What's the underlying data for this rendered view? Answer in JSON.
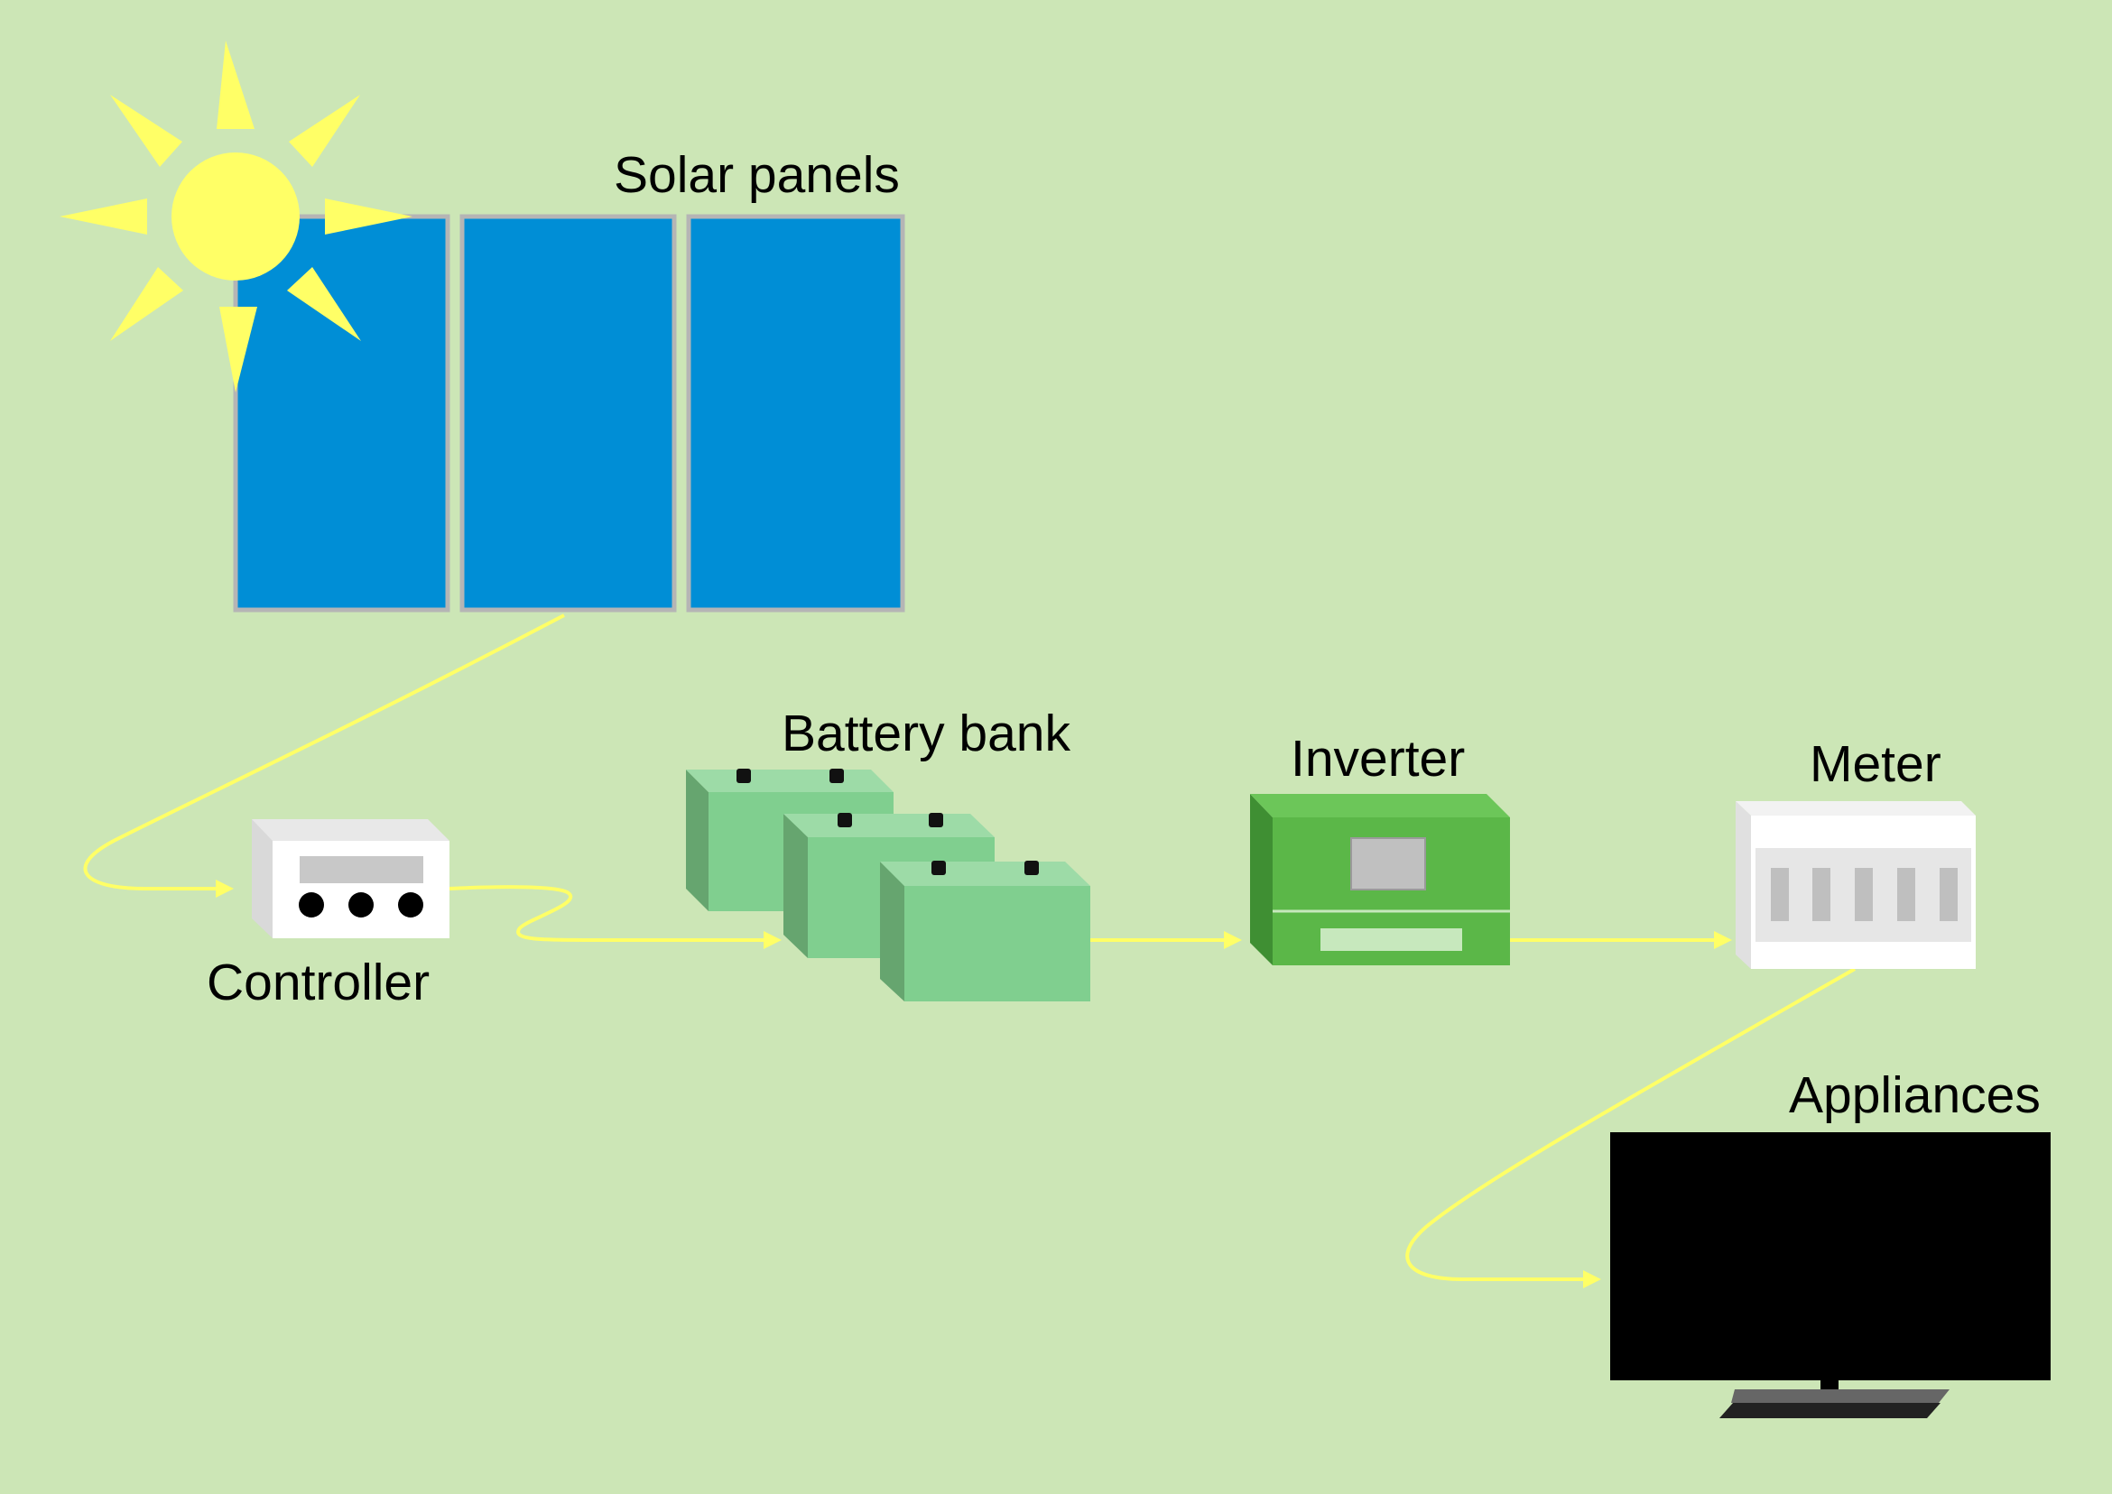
{
  "labels": {
    "solar_panels": "Solar panels",
    "controller": "Controller",
    "battery_bank": "Battery bank",
    "inverter": "Inverter",
    "meter": "Meter",
    "appliances": "Appliances"
  },
  "colors": {
    "background": "#cce6b6",
    "wire": "#ffff66",
    "sun": "#ffff66",
    "panel": "#008ed6",
    "panel_frame": "#b5b5b5",
    "battery_front": "#80cf8f",
    "battery_top": "#9ddba7",
    "battery_side": "#66a56f",
    "inverter_front": "#5bb748",
    "inverter_top": "#6cc659",
    "inverter_side": "#3f8f33",
    "meter_body": "#ffffff",
    "appliance_screen": "#000000"
  },
  "icons": [
    "sun-icon",
    "solar-panel-icon",
    "controller-icon",
    "battery-icon",
    "inverter-icon",
    "meter-icon",
    "tv-icon"
  ]
}
